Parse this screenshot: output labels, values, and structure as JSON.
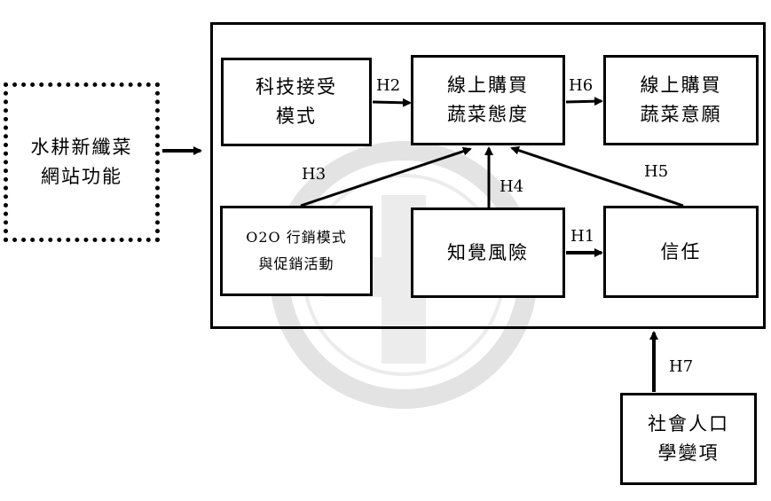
{
  "nodes": {
    "hydroponic_site": "水耕新纖菜\n網站功能",
    "tam": "科技接受\n模式",
    "attitude": "線上購買\n蔬菜態度",
    "intention": "線上購買\n蔬菜意願",
    "o2o": "O2O 行銷模式\n與促銷活動",
    "risk": "知覺風險",
    "trust": "信任",
    "demographics": "社會人口\n學變項"
  },
  "hypotheses": {
    "h1": "H1",
    "h2": "H2",
    "h3": "H3",
    "h4": "H4",
    "h5": "H5",
    "h6": "H6",
    "h7": "H7"
  },
  "colors": {
    "line": "#000000",
    "watermark": "#d9d9d9"
  }
}
